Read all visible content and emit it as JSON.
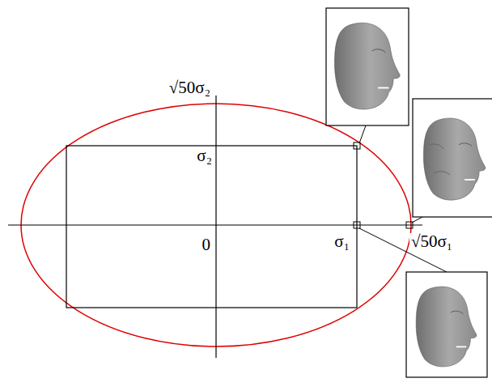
{
  "diagram": {
    "labels": [
      "√50σ₂",
      "σ₂",
      "0",
      "σ₁",
      "√50σ₁"
    ]
  }
}
